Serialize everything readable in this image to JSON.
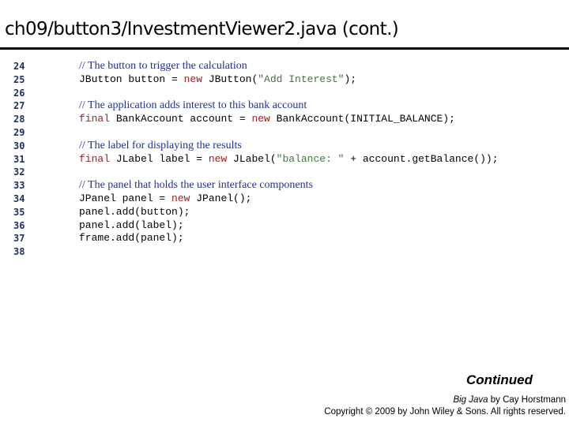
{
  "slide": {
    "title": "ch09/button3/InvestmentViewer2.java (cont.)"
  },
  "code": {
    "line_numbers": [
      "24",
      "25",
      "26",
      "27",
      "28",
      "29",
      "30",
      "31",
      "32",
      "33",
      "34",
      "35",
      "36",
      "37",
      "38"
    ],
    "lines": [
      [
        {
          "t": "// The button to trigger the calculation",
          "k": "cm"
        }
      ],
      [
        {
          "t": "JButton button = ",
          "k": ""
        },
        {
          "t": "new",
          "k": "kw"
        },
        {
          "t": " JButton(",
          "k": ""
        },
        {
          "t": "\"Add Interest\"",
          "k": "str"
        },
        {
          "t": ");",
          "k": ""
        }
      ],
      [],
      [
        {
          "t": "// The application adds interest to this bank account",
          "k": "cm"
        }
      ],
      [
        {
          "t": "final",
          "k": "kw"
        },
        {
          "t": " BankAccount account = ",
          "k": ""
        },
        {
          "t": "new",
          "k": "kw"
        },
        {
          "t": " BankAccount(INITIAL_BALANCE);",
          "k": ""
        }
      ],
      [],
      [
        {
          "t": "// The label for displaying the results",
          "k": "cm"
        }
      ],
      [
        {
          "t": "final",
          "k": "kw"
        },
        {
          "t": " JLabel label = ",
          "k": ""
        },
        {
          "t": "new",
          "k": "kw"
        },
        {
          "t": " JLabel(",
          "k": ""
        },
        {
          "t": "\"balance: \"",
          "k": "str"
        },
        {
          "t": " + account.getBalance());",
          "k": ""
        }
      ],
      [],
      [
        {
          "t": "// The panel that holds the user interface components",
          "k": "cm"
        }
      ],
      [
        {
          "t": "JPanel panel = ",
          "k": ""
        },
        {
          "t": "new",
          "k": "kw"
        },
        {
          "t": " JPanel();",
          "k": ""
        }
      ],
      [
        {
          "t": "panel.add(button);",
          "k": ""
        }
      ],
      [
        {
          "t": "panel.add(label);",
          "k": ""
        }
      ],
      [
        {
          "t": "frame.add(panel);",
          "k": ""
        }
      ],
      []
    ]
  },
  "footer": {
    "continued": "Continued",
    "book_title": "Big Java",
    "book_author": " by Cay Horstmann",
    "copyright": "Copyright © 2009 by John Wiley & Sons.  All rights reserved."
  }
}
